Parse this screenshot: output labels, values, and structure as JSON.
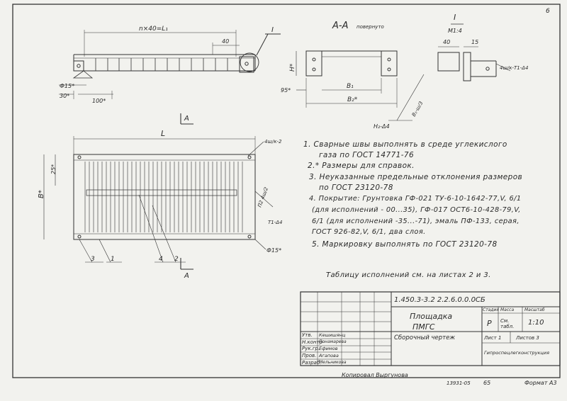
{
  "sheet": {
    "corner_mark": "6",
    "bottom_sign": "Копировал Выргунова",
    "bottom_code": "13931-05",
    "bottom_page": "65",
    "format": "Формат А3"
  },
  "views": {
    "section_label": "А-А",
    "section_note": "повернуто",
    "detail_label": "I",
    "detail_scale": "M1:4",
    "dim_n40": "n×40=L₁",
    "dim_40": "40",
    "dim_phi15": "Ф15*",
    "dim_30": "30*",
    "dim_100": "100*",
    "dim_H": "H*",
    "dim_95": "95*",
    "dim_B1": "B₁",
    "dim_B2": "B₂*",
    "weld_H2": "H₂-Δ4",
    "weld_B1": "B₁-ш/3",
    "detail_40": "40",
    "detail_15": "15",
    "detail_weld": "4ш/к-Т1-Δ4",
    "plan_L": "L",
    "plan_B": "B*",
    "plan_25": "25*",
    "plan_weld": "4ш/к-2",
    "plan_T1": "Т1-Δ4",
    "plan_P2": "П2 4ш/2",
    "plan_phi15": "Ф15*",
    "cut_label": "А",
    "leader_3": "3",
    "leader_1": "1",
    "leader_4": "4",
    "leader_2": "2"
  },
  "notes": [
    "1. Сварные швы выполнять в среде углекислого",
    "газа по ГОСТ 14771-76",
    "2.* Размеры для справок.",
    "3. Неуказанные предельные отклонения размеров",
    "по ГОСТ 23120-78",
    "4. Покрытие: Грунтовка ГФ-021 ТУ-6-10-1642-77,V, 6/1",
    "(для исполнений - 00...35), ГФ-017 ОСТ6-10-428-79,V,",
    "6/1 (для исполнений -35...-71), эмаль ПФ-133, серая,",
    "ГОСТ 926-82,V, 6/1, два слоя.",
    "5. Маркировку выполнять по ГОСТ 23120-78"
  ],
  "table_ref": "Таблицу исполнений см. на листах 2 и 3.",
  "title_block": {
    "doc_code": "1.450.3-3.2 2.2.6.0.0.0СБ",
    "title_line1": "Площадка",
    "title_line2": "ПМГС",
    "subtitle": "Сборочный чертеж",
    "h_stage": "Стадия",
    "h_mass": "Масса",
    "h_scale": "Масштаб",
    "stage": "Р",
    "mass": "См. табл.",
    "scale": "1:10",
    "sheet": "Лист 1",
    "sheets": "Листов 3",
    "org": "Гипроспецлегконструкция",
    "roles": [
      "Утв.",
      "Н.контр",
      "Рук.гр.",
      "Пров.",
      "Разраб."
    ],
    "names": [
      "Кешишянц",
      "Понамарева",
      "Ефимов",
      "Агапова",
      "Мельникова"
    ]
  }
}
